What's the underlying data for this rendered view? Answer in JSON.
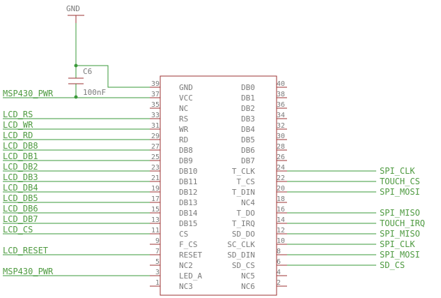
{
  "power": {
    "gnd_label": "GND"
  },
  "capacitor": {
    "name": "C6",
    "value": "100nF"
  },
  "left_pins": [
    {
      "num": "39",
      "name": "GND"
    },
    {
      "num": "37",
      "name": "VCC"
    },
    {
      "num": "35",
      "name": "NC"
    },
    {
      "num": "33",
      "name": "RS"
    },
    {
      "num": "31",
      "name": "WR"
    },
    {
      "num": "29",
      "name": "RD"
    },
    {
      "num": "27",
      "name": "DB8"
    },
    {
      "num": "25",
      "name": "DB9"
    },
    {
      "num": "23",
      "name": "DB10"
    },
    {
      "num": "21",
      "name": "DB11"
    },
    {
      "num": "19",
      "name": "DB12"
    },
    {
      "num": "17",
      "name": "DB13"
    },
    {
      "num": "15",
      "name": "DB14"
    },
    {
      "num": "13",
      "name": "DB15"
    },
    {
      "num": "11",
      "name": "CS"
    },
    {
      "num": "9",
      "name": "F_CS"
    },
    {
      "num": "7",
      "name": "RESET"
    },
    {
      "num": "5",
      "name": "NC2"
    },
    {
      "num": "3",
      "name": "LED_A"
    },
    {
      "num": "1",
      "name": "NC3"
    }
  ],
  "right_pins": [
    {
      "num": "40",
      "name": "DB0"
    },
    {
      "num": "38",
      "name": "DB1"
    },
    {
      "num": "36",
      "name": "DB2"
    },
    {
      "num": "34",
      "name": "DB3"
    },
    {
      "num": "32",
      "name": "DB4"
    },
    {
      "num": "30",
      "name": "DB5"
    },
    {
      "num": "28",
      "name": "DB6"
    },
    {
      "num": "26",
      "name": "DB7"
    },
    {
      "num": "24",
      "name": "T_CLK"
    },
    {
      "num": "22",
      "name": "T_CS"
    },
    {
      "num": "20",
      "name": "T_DIN"
    },
    {
      "num": "18",
      "name": "NC4"
    },
    {
      "num": "16",
      "name": "T_DO"
    },
    {
      "num": "14",
      "name": "T_IRQ"
    },
    {
      "num": "12",
      "name": "SD_DO"
    },
    {
      "num": "10",
      "name": "SC_CLK"
    },
    {
      "num": "8",
      "name": "SD_DIN"
    },
    {
      "num": "6",
      "name": "SD_CS"
    },
    {
      "num": "4",
      "name": "NC5"
    },
    {
      "num": "2",
      "name": "NC6"
    }
  ],
  "left_nets": [
    {
      "pin_index": 1,
      "label": "MSP430_PWR"
    },
    {
      "pin_index": 3,
      "label": "LCD_RS"
    },
    {
      "pin_index": 4,
      "label": "LCD_WR"
    },
    {
      "pin_index": 5,
      "label": "LCD_RD"
    },
    {
      "pin_index": 6,
      "label": "LCD_DB8"
    },
    {
      "pin_index": 7,
      "label": "LCD_DB1"
    },
    {
      "pin_index": 8,
      "label": "LCD_DB2"
    },
    {
      "pin_index": 9,
      "label": "LCD_DB3"
    },
    {
      "pin_index": 10,
      "label": "LCD_DB4"
    },
    {
      "pin_index": 11,
      "label": "LCD_DB5"
    },
    {
      "pin_index": 12,
      "label": "LCD_DB6"
    },
    {
      "pin_index": 13,
      "label": "LCD_DB7"
    },
    {
      "pin_index": 14,
      "label": "LCD_CS"
    },
    {
      "pin_index": 16,
      "label": "LCD_RESET"
    },
    {
      "pin_index": 18,
      "label": "MSP430_PWR"
    }
  ],
  "right_nets": [
    {
      "pin_index": 8,
      "label": "SPI_CLK"
    },
    {
      "pin_index": 9,
      "label": "TOUCH_CS"
    },
    {
      "pin_index": 10,
      "label": "SPI_MOSI"
    },
    {
      "pin_index": 12,
      "label": "SPI_MISO"
    },
    {
      "pin_index": 13,
      "label": "TOUCH_IRQ"
    },
    {
      "pin_index": 14,
      "label": "SPI_MISO"
    },
    {
      "pin_index": 15,
      "label": "SPI_CLK"
    },
    {
      "pin_index": 16,
      "label": "SPI_MOSI"
    },
    {
      "pin_index": 17,
      "label": "SD_CS"
    }
  ]
}
